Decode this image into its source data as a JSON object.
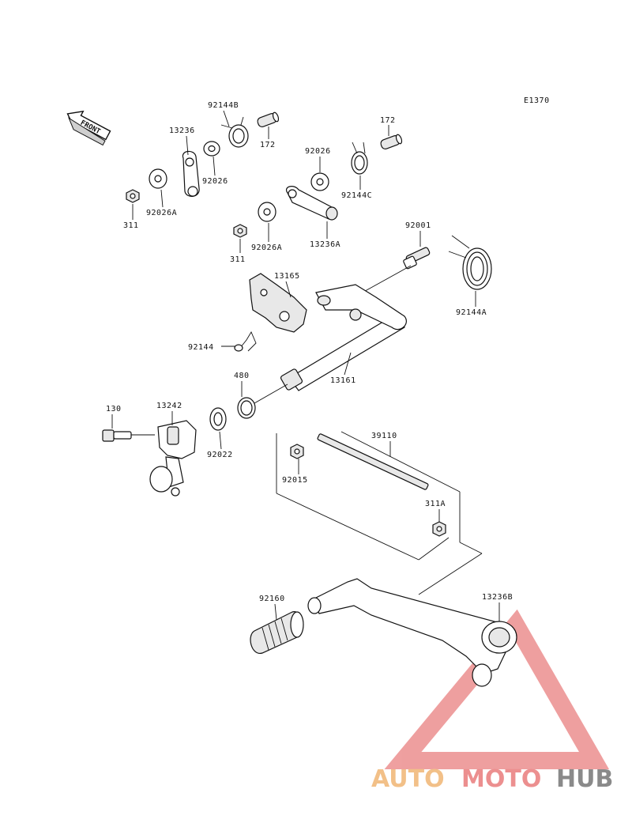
{
  "diagram": {
    "code": "E1370",
    "front_label": "FRONT",
    "parts": [
      {
        "id": "92144B"
      },
      {
        "id": "172"
      },
      {
        "id": "13236"
      },
      {
        "id": "92026"
      },
      {
        "id": "311"
      },
      {
        "id": "92026A"
      },
      {
        "id": "92026"
      },
      {
        "id": "172"
      },
      {
        "id": "92144C"
      },
      {
        "id": "311"
      },
      {
        "id": "92026A"
      },
      {
        "id": "13236A"
      },
      {
        "id": "92001"
      },
      {
        "id": "13165"
      },
      {
        "id": "92144A"
      },
      {
        "id": "92144"
      },
      {
        "id": "480"
      },
      {
        "id": "13161"
      },
      {
        "id": "130"
      },
      {
        "id": "13242"
      },
      {
        "id": "92022"
      },
      {
        "id": "39110"
      },
      {
        "id": "92015"
      },
      {
        "id": "311A"
      },
      {
        "id": "92160"
      },
      {
        "id": "13236B"
      }
    ]
  },
  "watermark": {
    "part1": "AUTO",
    "part2": "MOTO",
    "part3": "HUB",
    "colors": {
      "auto": "#f2c088",
      "moto": "#ec8f8f",
      "hub": "#8a8a8a",
      "logo": "#ec8f8f"
    }
  }
}
